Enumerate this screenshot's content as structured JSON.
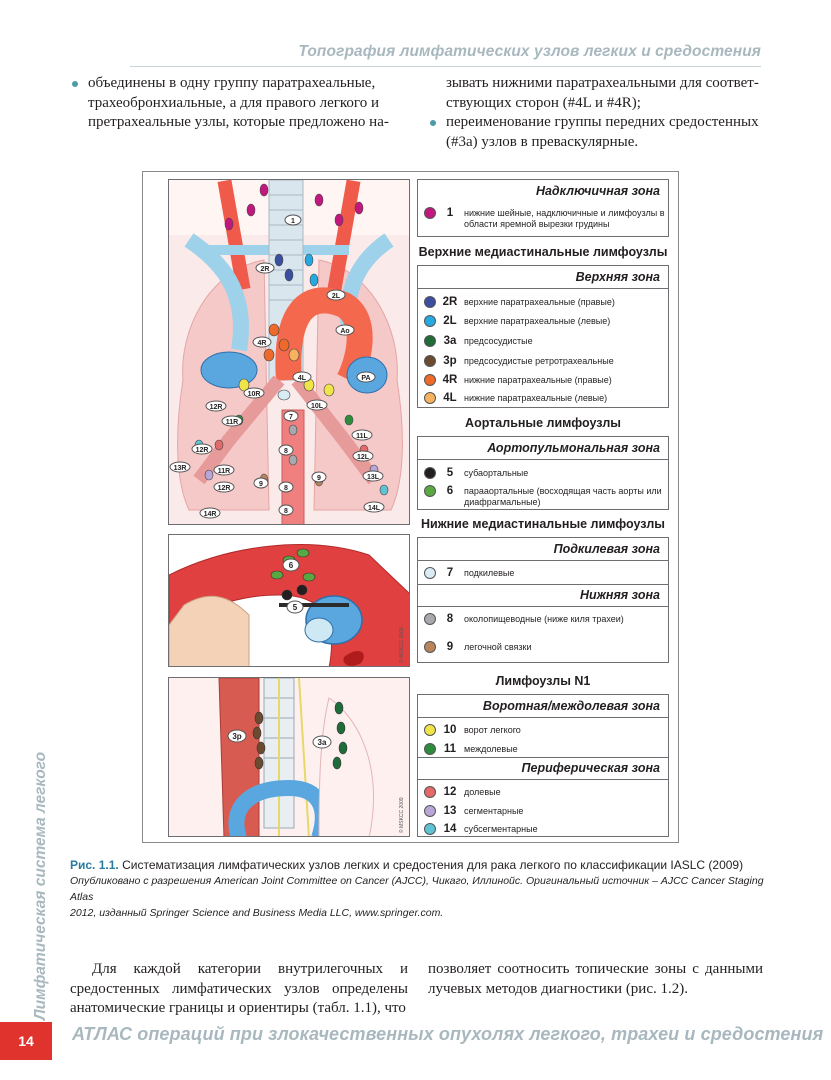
{
  "running_head": "Топография лимфатических узлов легких и средостения",
  "intro_left": [
    "объединены в одну группу паратрахеальные,",
    "трахеобронхиальные, а для правого легкого и",
    "претрахеальные узлы, которые предложено на-"
  ],
  "intro_right": {
    "line1": "зывать нижними паратрахеальными для соответ-",
    "line2": "ствующих сторон (#4L и #4R);",
    "bullet_line1": "переименование группы передних средостенных",
    "bullet_line2": "(#3a) узлов в преваскулярные."
  },
  "figure": {
    "top_panel_labels": [
      "1",
      "2R",
      "2L",
      "4R",
      "Ao",
      "4L",
      "PA",
      "10R",
      "10L",
      "7",
      "12R",
      "11R",
      "11L",
      "12R",
      "12L",
      "13R",
      "11R",
      "13L",
      "12R",
      "14R",
      "14L",
      "9",
      "9",
      "8",
      "8",
      "8"
    ],
    "middle_panel_labels": [
      "6",
      "5"
    ],
    "middle_copyright": "© MSKCC 2009",
    "bottom_panel_labels": [
      "3p",
      "3a"
    ],
    "bottom_copyright": "© MSKCC 2009",
    "zones": {
      "supraclavicular": {
        "title": "Надключичная зона",
        "items": [
          {
            "num": "1",
            "text": "нижние шейные, надключичные и лимфоузлы в",
            "text2": "области яремной вырезки грудины",
            "color": "#c2177e"
          }
        ]
      },
      "upper_heading": "Верхние медиастинальные лимфоузлы",
      "upper": {
        "title": "Верхняя зона",
        "items": [
          {
            "num": "2R",
            "text": "верхние паратрахеальные (правые)",
            "color": "#3c4f9f"
          },
          {
            "num": "2L",
            "text": "верхние паратрахеальные (левые)",
            "color": "#26a9e0"
          },
          {
            "num": "3a",
            "text": "предсосудистые",
            "color": "#1f6b3a"
          },
          {
            "num": "3p",
            "text": "предсосудистые ретротрахеальные",
            "color": "#6b4a2f"
          },
          {
            "num": "4R",
            "text": "нижние паратрахеальные (правые)",
            "color": "#ee6a2a"
          },
          {
            "num": "4L",
            "text": "нижние паратрахеальные (левые)",
            "color": "#f6b25e"
          }
        ]
      },
      "aortic_heading": "Аортальные лимфоузлы",
      "aortopulmonary": {
        "title": "Аортопульмональная зона",
        "items": [
          {
            "num": "5",
            "text": "субаортальные",
            "text2": "",
            "color": "#231f20"
          },
          {
            "num": "6",
            "text": "парааортальные (восходящая часть аорты или",
            "text2": "диафрагмальные)",
            "color": "#5aa842"
          }
        ]
      },
      "lower_heading": "Нижние медиастинальные лимфоузлы",
      "subcarinal": {
        "title": "Подкилевая зона",
        "items": [
          {
            "num": "7",
            "text": "подкилевые",
            "color": "#d8ecf4"
          }
        ]
      },
      "lower": {
        "title": "Нижняя зона",
        "items": [
          {
            "num": "8",
            "text": "околопищеводные (ниже киля трахеи)",
            "color": "#a7a9ac"
          },
          {
            "num": "9",
            "text": "легочной связки",
            "color": "#b8855c"
          }
        ]
      },
      "n1_heading": "Лимфоузлы N1",
      "hilar": {
        "title": "Воротная/междолевая зона",
        "items": [
          {
            "num": "10",
            "text": "ворот легкого",
            "color": "#f1e34a"
          },
          {
            "num": "11",
            "text": "междолевые",
            "color": "#2d8c3c"
          }
        ]
      },
      "peripheral": {
        "title": "Периферическая зона",
        "items": [
          {
            "num": "12",
            "text": "долевые",
            "color": "#e26a6a"
          },
          {
            "num": "13",
            "text": "сегментарные",
            "color": "#b7a7d6"
          },
          {
            "num": "14",
            "text": "субсегментарные",
            "color": "#5ec3d4"
          }
        ]
      }
    }
  },
  "caption": {
    "label": "Рис. 1.1.",
    "text": "Систематизация лимфатических узлов легких и средостения для рака легкого по классификации IASLC (2009)",
    "source_line1": "Опубликовано с разрешения American Joint Committee on Cancer (AJCC), Чикаго, Иллинойс. Оригинальный источник – AJCC Cancer Staging Atlas",
    "source_line2": "2012, изданный Springer Science and Business Media LLC, www.springer.com."
  },
  "body_left": "Для каждой категории внутрилегочных и средостенных лимфатических узлов определены анатомические границы и ориентиры (табл. 1.1), что",
  "body_right": "позволяет соотносить топические зоны с данными лучевых методов диагностики (рис. 1.2).",
  "spine_text": "Лимфатическая система легкого",
  "page_number": "14",
  "footer_title": "АТЛАС операций при злокачественных опухолях легкого, трахеи и средостения"
}
